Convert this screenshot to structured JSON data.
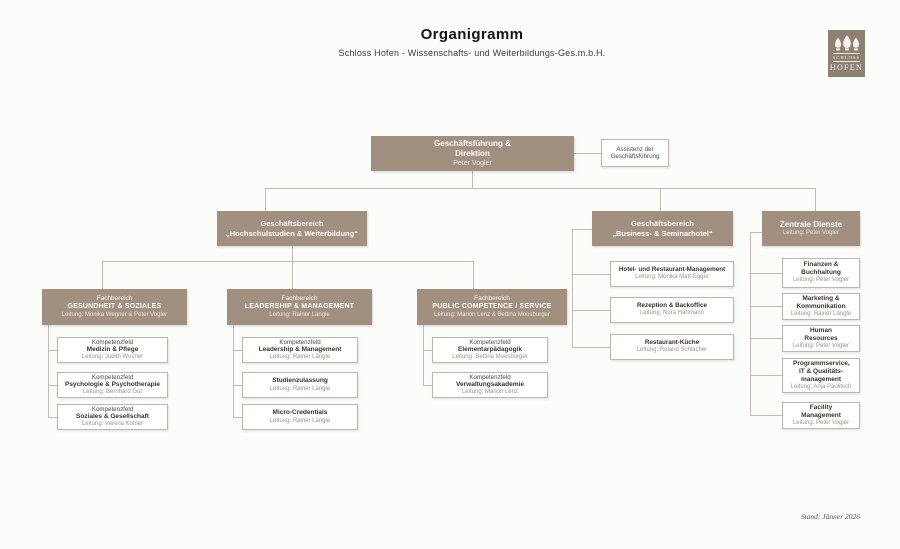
{
  "header": {
    "title": "Organigramm",
    "subtitle": "Schloss Hofen - Wissenschafts- und Weiterbildungs-Ges.m.b.H."
  },
  "logo": {
    "top": "SCHLOSS",
    "bottom": "HOFEN"
  },
  "footer": {
    "stand": "Stand: Jänner 2026"
  },
  "colors": {
    "box_brown": "#a1907f",
    "logo_brown": "#8d8173",
    "line_gray": "#c0bab0",
    "border_gray": "#bcb6ad",
    "text_dark": "#35332f",
    "text_muted": "#9a958c"
  },
  "org": {
    "root": {
      "title": "Geschäftsführung & Direktion",
      "leader": "Peter Vogler"
    },
    "assistant": {
      "label": "Assistenz der Geschäftsführung"
    },
    "divisions": [
      {
        "pre": "Geschäftsbereich",
        "title": "„Hochschulstudien & Weiterbildung“"
      },
      {
        "pre": "Geschäftsbereich",
        "title": "„Business- & Seminarhotel“"
      },
      {
        "title": "Zentrale Dienste",
        "leader": "Leitung: Peter Vogler"
      }
    ],
    "fachbereiche": [
      {
        "pre": "Fachbereich",
        "title": "GESUNDHEIT & SOZIALES",
        "leader": "Leitung: Monika Wegner & Peter Vogler"
      },
      {
        "pre": "Fachbereich",
        "title": "LEADERSHIP & MANAGEMENT",
        "leader": "Leitung: Rainer Längle"
      },
      {
        "pre": "Fachbereich",
        "title": "PUBLIC COMPETENCE / SERVICE",
        "leader": "Leitung: Marion Lenz & Bettina Moosburger"
      }
    ],
    "gesundheit": [
      {
        "pre": "Kompetenzfeld",
        "title": "Medizin & Pflege",
        "leader": "Leitung: Judith Wucher"
      },
      {
        "pre": "Kompetenzfeld",
        "title": "Psychologie & Psychotherapie",
        "leader": "Leitung: Bernhard Gut"
      },
      {
        "pre": "Kompetenzfeld",
        "title": "Soziales & Gesellschaft",
        "leader": "Leitung: Verena Kohler"
      }
    ],
    "leadership": [
      {
        "pre": "Kompetenzfeld",
        "title": "Leadership & Management",
        "leader": "Leitung: Rainer Längle"
      },
      {
        "title": "Studienzulassung",
        "leader": "Leitung: Rainer Längle"
      },
      {
        "title": "Micro-Credentials",
        "leader": "Leitung: Rainer Längle"
      }
    ],
    "public_service": [
      {
        "pre": "Kompetenzfeld",
        "title": "Elementarpädagogik",
        "leader": "Leitung: Bettina Moosburger"
      },
      {
        "pre": "Kompetenzfeld",
        "title": "Verwaltungsakademie",
        "leader": "Leitung: Marion Lenz"
      }
    ],
    "hotel": [
      {
        "title": "Hotel- und Restaurant-Management",
        "leader": "Leitung: Monika Matt-Egger"
      },
      {
        "title": "Rezeption & Backoffice",
        "leader": "Leitung: Nora Hartmann"
      },
      {
        "title": "Restaurant-Küche",
        "leader": "Leitung: Roland Schlacher"
      }
    ],
    "zentrale": [
      {
        "title": "Finanzen & Buchhaltung",
        "leader": "Leitung: Peter Vogler"
      },
      {
        "title": "Marketing & Kommunikation",
        "leader": "Leitung: Rainer Längle"
      },
      {
        "title": "Human Resources",
        "leader": "Leitung: Peter Vogler"
      },
      {
        "title": "Programmservice, IT & Qualitäts-management",
        "leader": "Leitung: Anja Paulitsch"
      },
      {
        "title": "Facility Management",
        "leader": "Leitung: Peter Vogler"
      }
    ]
  }
}
